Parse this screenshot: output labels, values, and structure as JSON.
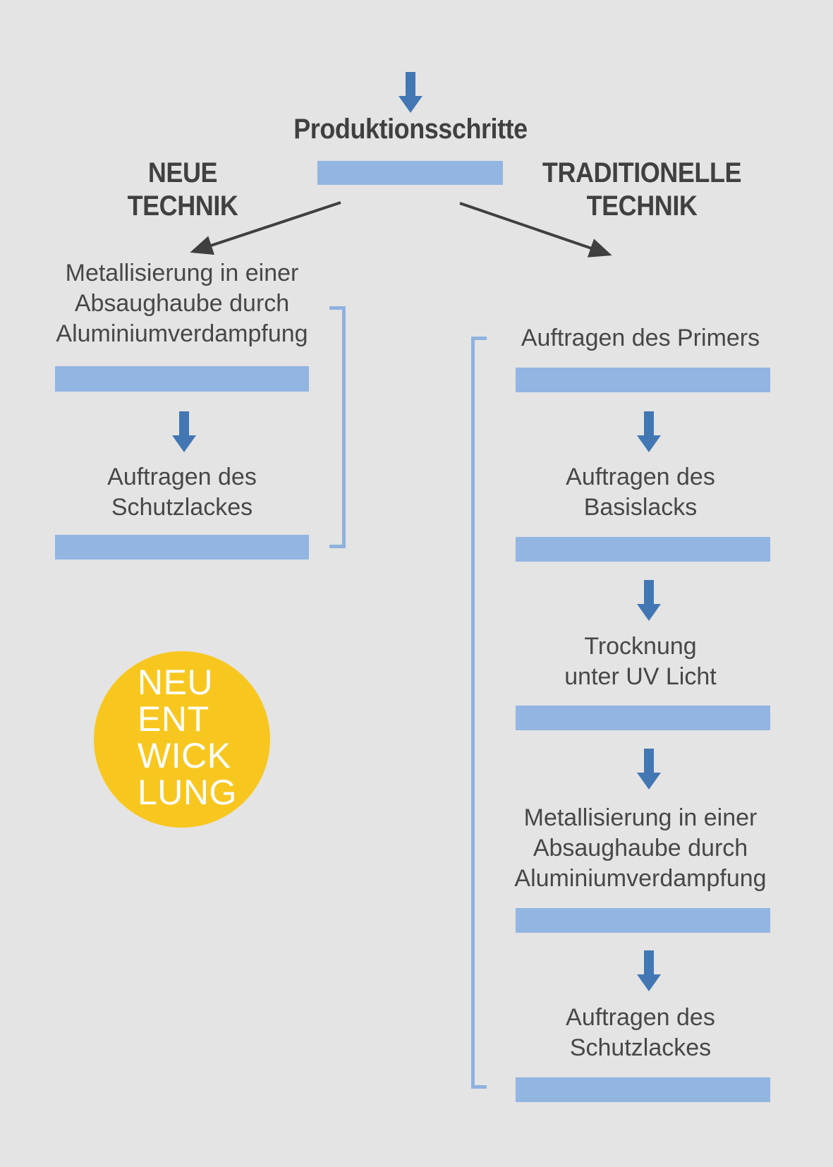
{
  "title": "Produktionsschritte",
  "left_column": {
    "header": [
      "NEUE",
      "TECHNIK"
    ],
    "steps": [
      {
        "lines": [
          "Metallisierung in einer",
          "Absaughaube durch",
          "Aluminiumverdampfung"
        ]
      },
      {
        "lines": [
          "Auftragen des",
          "Schutzlackes"
        ]
      }
    ]
  },
  "right_column": {
    "header": [
      "TRADITIONELLE",
      "TECHNIK"
    ],
    "steps": [
      {
        "lines": [
          "Auftragen des Primers"
        ]
      },
      {
        "lines": [
          "Auftragen des",
          "Basislacks"
        ]
      },
      {
        "lines": [
          "Trocknung",
          "unter UV Licht"
        ]
      },
      {
        "lines": [
          "Metallisierung in einer",
          "Absaughaube durch",
          "Aluminiumverdampfung"
        ]
      },
      {
        "lines": [
          "Auftragen des",
          "Schutzlackes"
        ]
      }
    ]
  },
  "badge": {
    "lines": [
      "NEU",
      "ENT",
      "WICK",
      "LUNG"
    ]
  },
  "colors": {
    "background": "#e4e4e4",
    "bar_blue": "#92b5e2",
    "arrow_blue": "#4277b4",
    "bracket_blue": "#8fb2de",
    "text_dark": "#474747",
    "header_dark": "#404040",
    "badge_yellow": "#f8c71f",
    "badge_text": "#ffffff",
    "branch_arrow": "#3f3f3f"
  }
}
